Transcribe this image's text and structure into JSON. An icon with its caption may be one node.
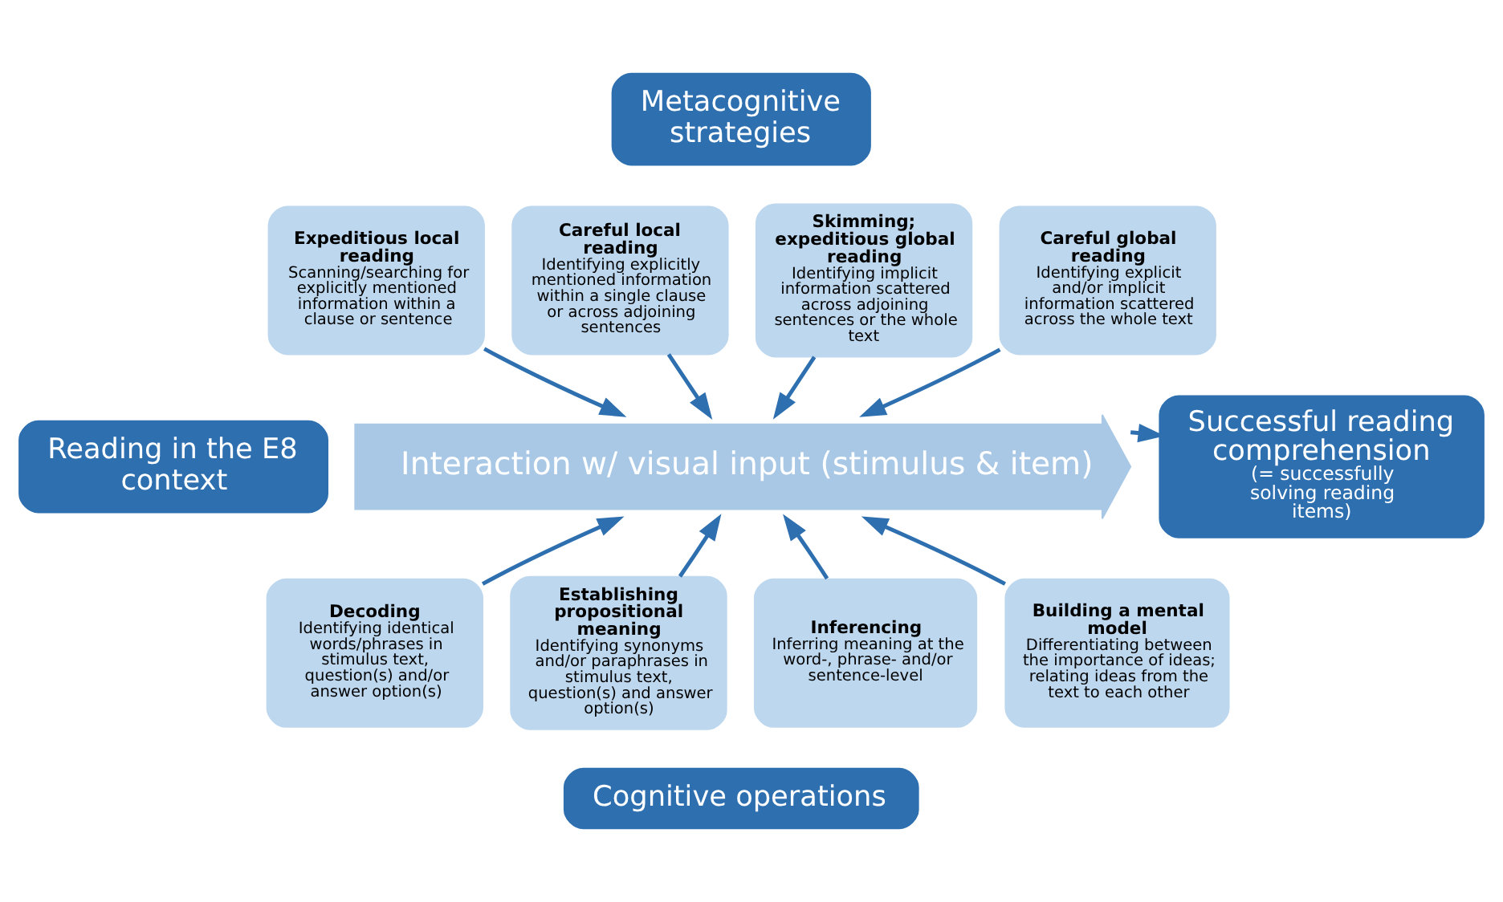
{
  "diagram": {
    "nodes": [
      {
        "text": [
          "Reading in the E8 context"
        ]
      },
      {
        "text": [
          "Metacognitive strategies"
        ]
      },
      {
        "text": [
          "Expeditious local reading",
          "Scanning/searching for explicitly mentioned information within a clause or sentence"
        ]
      },
      {
        "text": [
          "Careful local reading",
          "Identifying explicitly mentioned information within a single clause or across adjoining sentences"
        ]
      },
      {
        "text": [
          "Skimming; expeditious global reading",
          "Identifying implicit information scattered across adjoining sentences or the whole text"
        ]
      },
      {
        "text": [
          "Careful global reading",
          "Identifying explicit and/or implicit information scattered across the whole text"
        ]
      },
      {
        "text": [
          "Interaction w/ visual input (stimulus & item)"
        ]
      },
      {
        "text": [
          "Decoding",
          "Identifying identical words/phrases in stimulus text, question(s) and/or answer option(s)"
        ]
      },
      {
        "text": [
          "Establishing propositional meaning",
          "Identifying synonyms and/or paraphrases in stimulus text, question(s) and answer option(s)"
        ]
      },
      {
        "text": [
          "Inferencing",
          "Inferring meaning at the word-, phrase- and/or sentence-level"
        ]
      },
      {
        "text": [
          "Building a mental model",
          "Differentiating between the importance of ideas; relating ideas from the text to each other"
        ]
      },
      {
        "text": [
          "Cognitive operations"
        ]
      },
      {
        "text": [
          "Successful reading comprehension",
          "(= successfully solving reading items)"
        ]
      }
    ],
    "edges": [
      {
        "from": 2,
        "to": 6,
        "arrow": "to"
      },
      {
        "from": 3,
        "to": 6,
        "arrow": "to"
      },
      {
        "from": 4,
        "to": 6,
        "arrow": "to"
      },
      {
        "from": 5,
        "to": 6,
        "arrow": "to"
      },
      {
        "from": 7,
        "to": 6,
        "arrow": "to"
      },
      {
        "from": 8,
        "to": 6,
        "arrow": "to"
      },
      {
        "from": 9,
        "to": 6,
        "arrow": "to"
      },
      {
        "from": 10,
        "to": 6,
        "arrow": "to"
      },
      {
        "from": 6,
        "to": 12,
        "arrow": "to"
      }
    ]
  }
}
